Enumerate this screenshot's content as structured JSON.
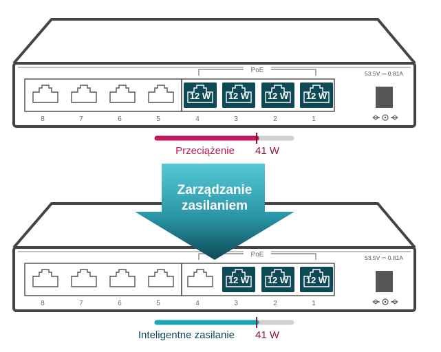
{
  "switches": [
    {
      "id": "top",
      "poe_label": "PoE",
      "power_rating": "53.5V ⎓ 0.81A",
      "ports": [
        {
          "number": "8",
          "poe": false,
          "power": ""
        },
        {
          "number": "7",
          "poe": false,
          "power": ""
        },
        {
          "number": "6",
          "poe": false,
          "power": ""
        },
        {
          "number": "5",
          "poe": false,
          "power": ""
        },
        {
          "number": "4",
          "poe": true,
          "power": "12 W"
        },
        {
          "number": "3",
          "poe": true,
          "power": "12 W"
        },
        {
          "number": "2",
          "poe": true,
          "power": "12 W"
        },
        {
          "number": "1",
          "poe": true,
          "power": "12 W"
        }
      ],
      "power_bar": {
        "label": "Przeciążenie",
        "budget_label": "41 W",
        "color": "#c2185b",
        "fill_fraction": 0.74,
        "marker_fraction": 0.74
      }
    },
    {
      "id": "bottom",
      "poe_label": "PoE",
      "power_rating": "53.5V ⎓ 0.81A",
      "ports": [
        {
          "number": "8",
          "poe": false,
          "power": ""
        },
        {
          "number": "7",
          "poe": false,
          "power": ""
        },
        {
          "number": "6",
          "poe": false,
          "power": ""
        },
        {
          "number": "5",
          "poe": false,
          "power": ""
        },
        {
          "number": "4",
          "poe": false,
          "power": ""
        },
        {
          "number": "3",
          "poe": true,
          "power": "12 W"
        },
        {
          "number": "2",
          "poe": true,
          "power": "12 W"
        },
        {
          "number": "1",
          "poe": true,
          "power": "12 W"
        }
      ],
      "power_bar": {
        "label": "Inteligentne zasilanie",
        "budget_label": "41 W",
        "color": "#1aa6b7",
        "fill_fraction": 0.74,
        "marker_fraction": 0.74
      }
    }
  ],
  "arrow": {
    "line1": "Zarządzanie",
    "line2": "zasilaniem"
  },
  "colors": {
    "device_outline": "#444444",
    "poe_port_fill": "#0d4a55",
    "arrow_top": "#4cc6d3",
    "arrow_bottom": "#0d4a55",
    "bar_track": "#d0d0d0"
  }
}
